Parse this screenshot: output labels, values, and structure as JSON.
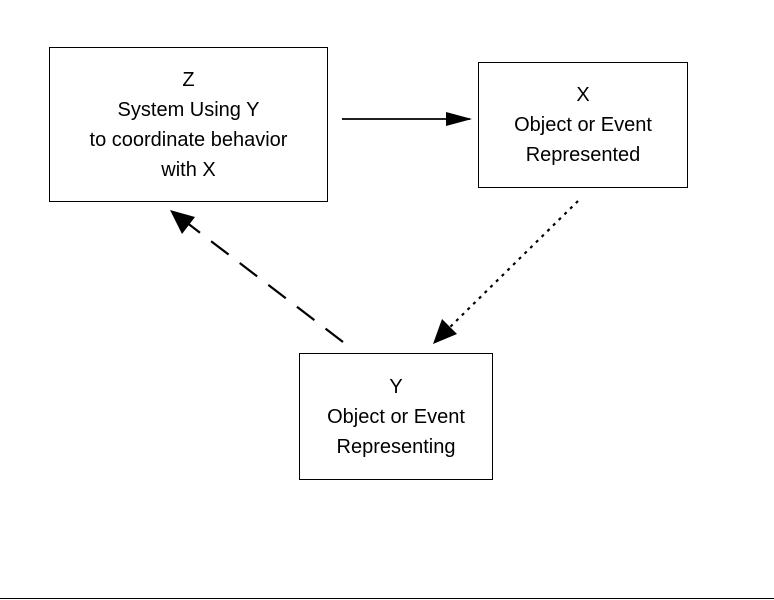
{
  "diagram": {
    "nodes": {
      "z": {
        "lines": [
          "Z",
          "System Using Y",
          "to coordinate behavior",
          "with X"
        ]
      },
      "x": {
        "lines": [
          "X",
          "Object or Event",
          "Represented"
        ]
      },
      "y": {
        "lines": [
          "Y",
          "Object or Event",
          "Representing"
        ]
      }
    },
    "edges": [
      {
        "from": "z",
        "to": "x",
        "style": "solid"
      },
      {
        "from": "x",
        "to": "y",
        "style": "dotted"
      },
      {
        "from": "y",
        "to": "z",
        "style": "dashed"
      }
    ]
  }
}
